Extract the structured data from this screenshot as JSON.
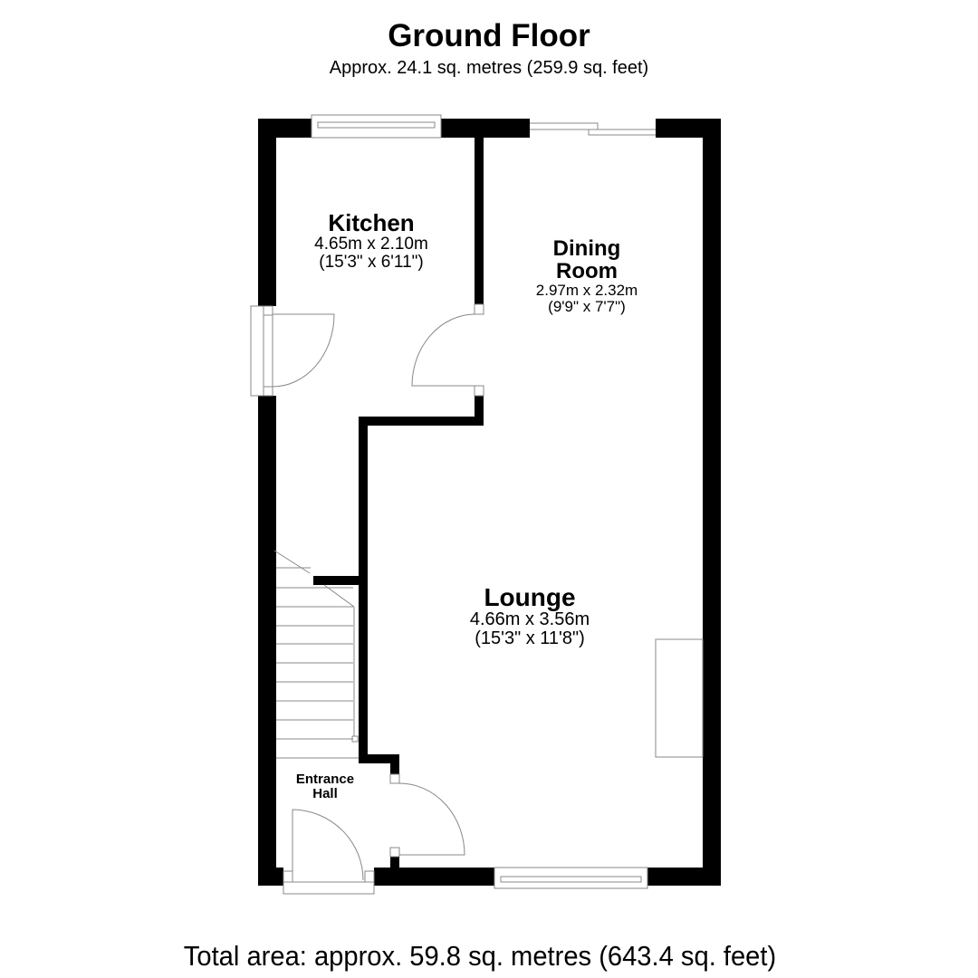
{
  "floor": {
    "title": "Ground Floor",
    "area": "Approx. 24.1 sq. metres (259.9 sq. feet)"
  },
  "rooms": {
    "kitchen": {
      "name": "Kitchen",
      "metric": "4.65m x 2.10m",
      "imperial": "(15'3\" x 6'11\")"
    },
    "dining": {
      "name1": "Dining",
      "name2": "Room",
      "metric": "2.97m x 2.32m",
      "imperial": "(9'9\" x 7'7\")"
    },
    "lounge": {
      "name": "Lounge",
      "metric": "4.66m x 3.56m",
      "imperial": "(15'3\" x 11'8\")"
    },
    "hall": {
      "name1": "Entrance",
      "name2": "Hall"
    }
  },
  "total_area": "Total area: approx. 59.8 sq. metres (643.4 sq. feet)",
  "colors": {
    "wall": "#000000",
    "fixture_line": "#888888",
    "background": "#ffffff"
  }
}
